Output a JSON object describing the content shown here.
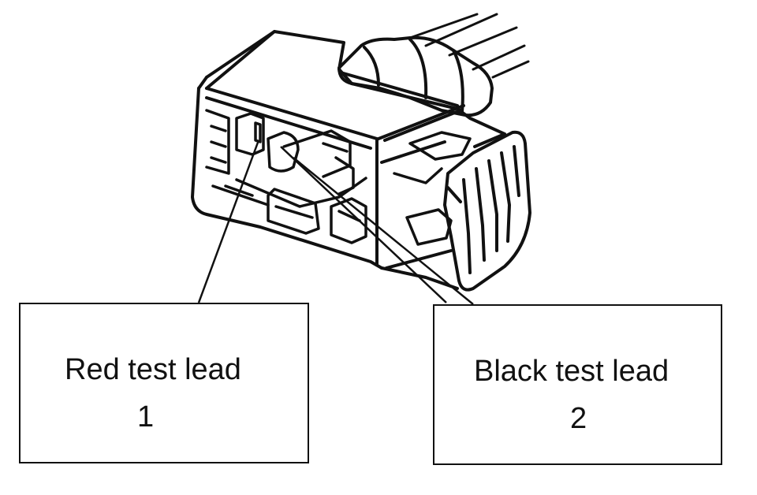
{
  "callouts": [
    {
      "label": "Red test lead",
      "number": "1"
    },
    {
      "label": "Black test lead",
      "number": "2"
    }
  ],
  "colors": {
    "ink": "#111111",
    "paper": "#ffffff"
  }
}
